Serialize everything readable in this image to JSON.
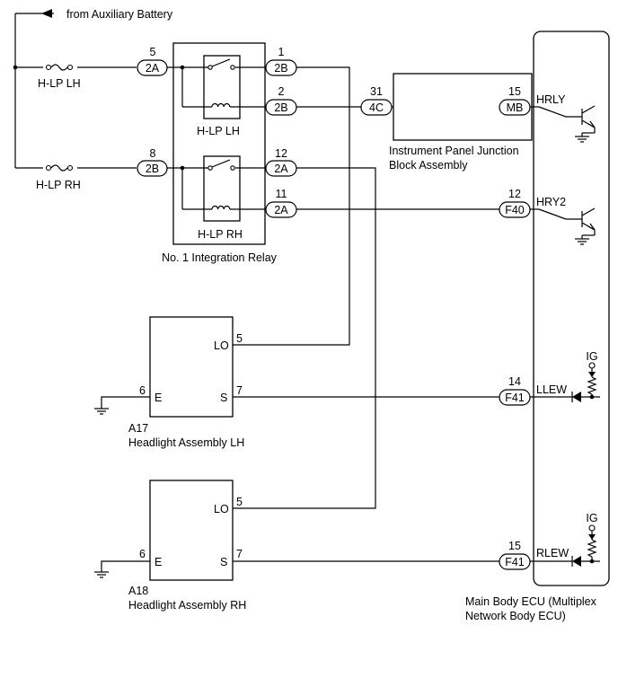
{
  "battery_label": "from Auxiliary Battery",
  "fuses": {
    "lh": "H-LP LH",
    "rh": "H-LP RH"
  },
  "relay": {
    "title": "No. 1 Integration Relay",
    "lh_label": "H-LP LH",
    "rh_label": "H-LP RH"
  },
  "relay_connectors": {
    "in_lh": {
      "pin": "5",
      "code": "2A"
    },
    "in_rh": {
      "pin": "8",
      "code": "2B"
    },
    "out1": {
      "pin": "1",
      "code": "2B"
    },
    "out2": {
      "pin": "2",
      "code": "2B"
    },
    "out12": {
      "pin": "12",
      "code": "2A"
    },
    "out11": {
      "pin": "11",
      "code": "2A"
    }
  },
  "ipjb": {
    "title_line1": "Instrument Panel Junction",
    "title_line2": "Block Assembly",
    "in": {
      "pin": "31",
      "code": "4C"
    },
    "out": {
      "pin": "15",
      "code": "MB"
    }
  },
  "ecu": {
    "title_line1": "Main Body ECU (Multiplex",
    "title_line2": "Network Body ECU)",
    "hrly": {
      "pin": "15",
      "code": "MB",
      "signal": "HRLY"
    },
    "hry2": {
      "pin": "12",
      "code": "F40",
      "signal": "HRY2"
    },
    "llew": {
      "pin": "14",
      "code": "F41",
      "signal": "LLEW"
    },
    "rlew": {
      "pin": "15",
      "code": "F41",
      "signal": "RLEW"
    },
    "ig_label": "IG"
  },
  "headlight_lh": {
    "code": "A17",
    "title": "Headlight Assembly LH",
    "lo": {
      "pin": "5",
      "label": "LO"
    },
    "s": {
      "pin": "7",
      "label": "S"
    },
    "e": {
      "pin": "6",
      "label": "E"
    }
  },
  "headlight_rh": {
    "code": "A18",
    "title": "Headlight Assembly RH",
    "lo": {
      "pin": "5",
      "label": "LO"
    },
    "s": {
      "pin": "7",
      "label": "S"
    },
    "e": {
      "pin": "6",
      "label": "E"
    }
  }
}
